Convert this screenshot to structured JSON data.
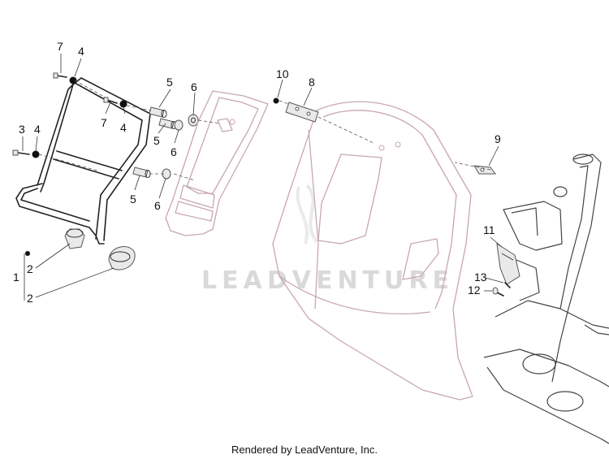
{
  "watermark": "LEADVENTURE",
  "footer": "Rendered by LeadVenture, Inc.",
  "callouts": {
    "c7a": "7",
    "c4a": "4",
    "c5a": "5",
    "c6a": "6",
    "c10": "10",
    "c8": "8",
    "c7b": "7",
    "c4b": "4",
    "c5b": "5",
    "c6b": "6",
    "c3": "3",
    "c4c": "4",
    "c9": "9",
    "c5c": "5",
    "c6c": "6",
    "c11": "11",
    "c13": "13",
    "c12": "12",
    "c1": "1",
    "c2a": "2",
    "c2b": "2"
  }
}
